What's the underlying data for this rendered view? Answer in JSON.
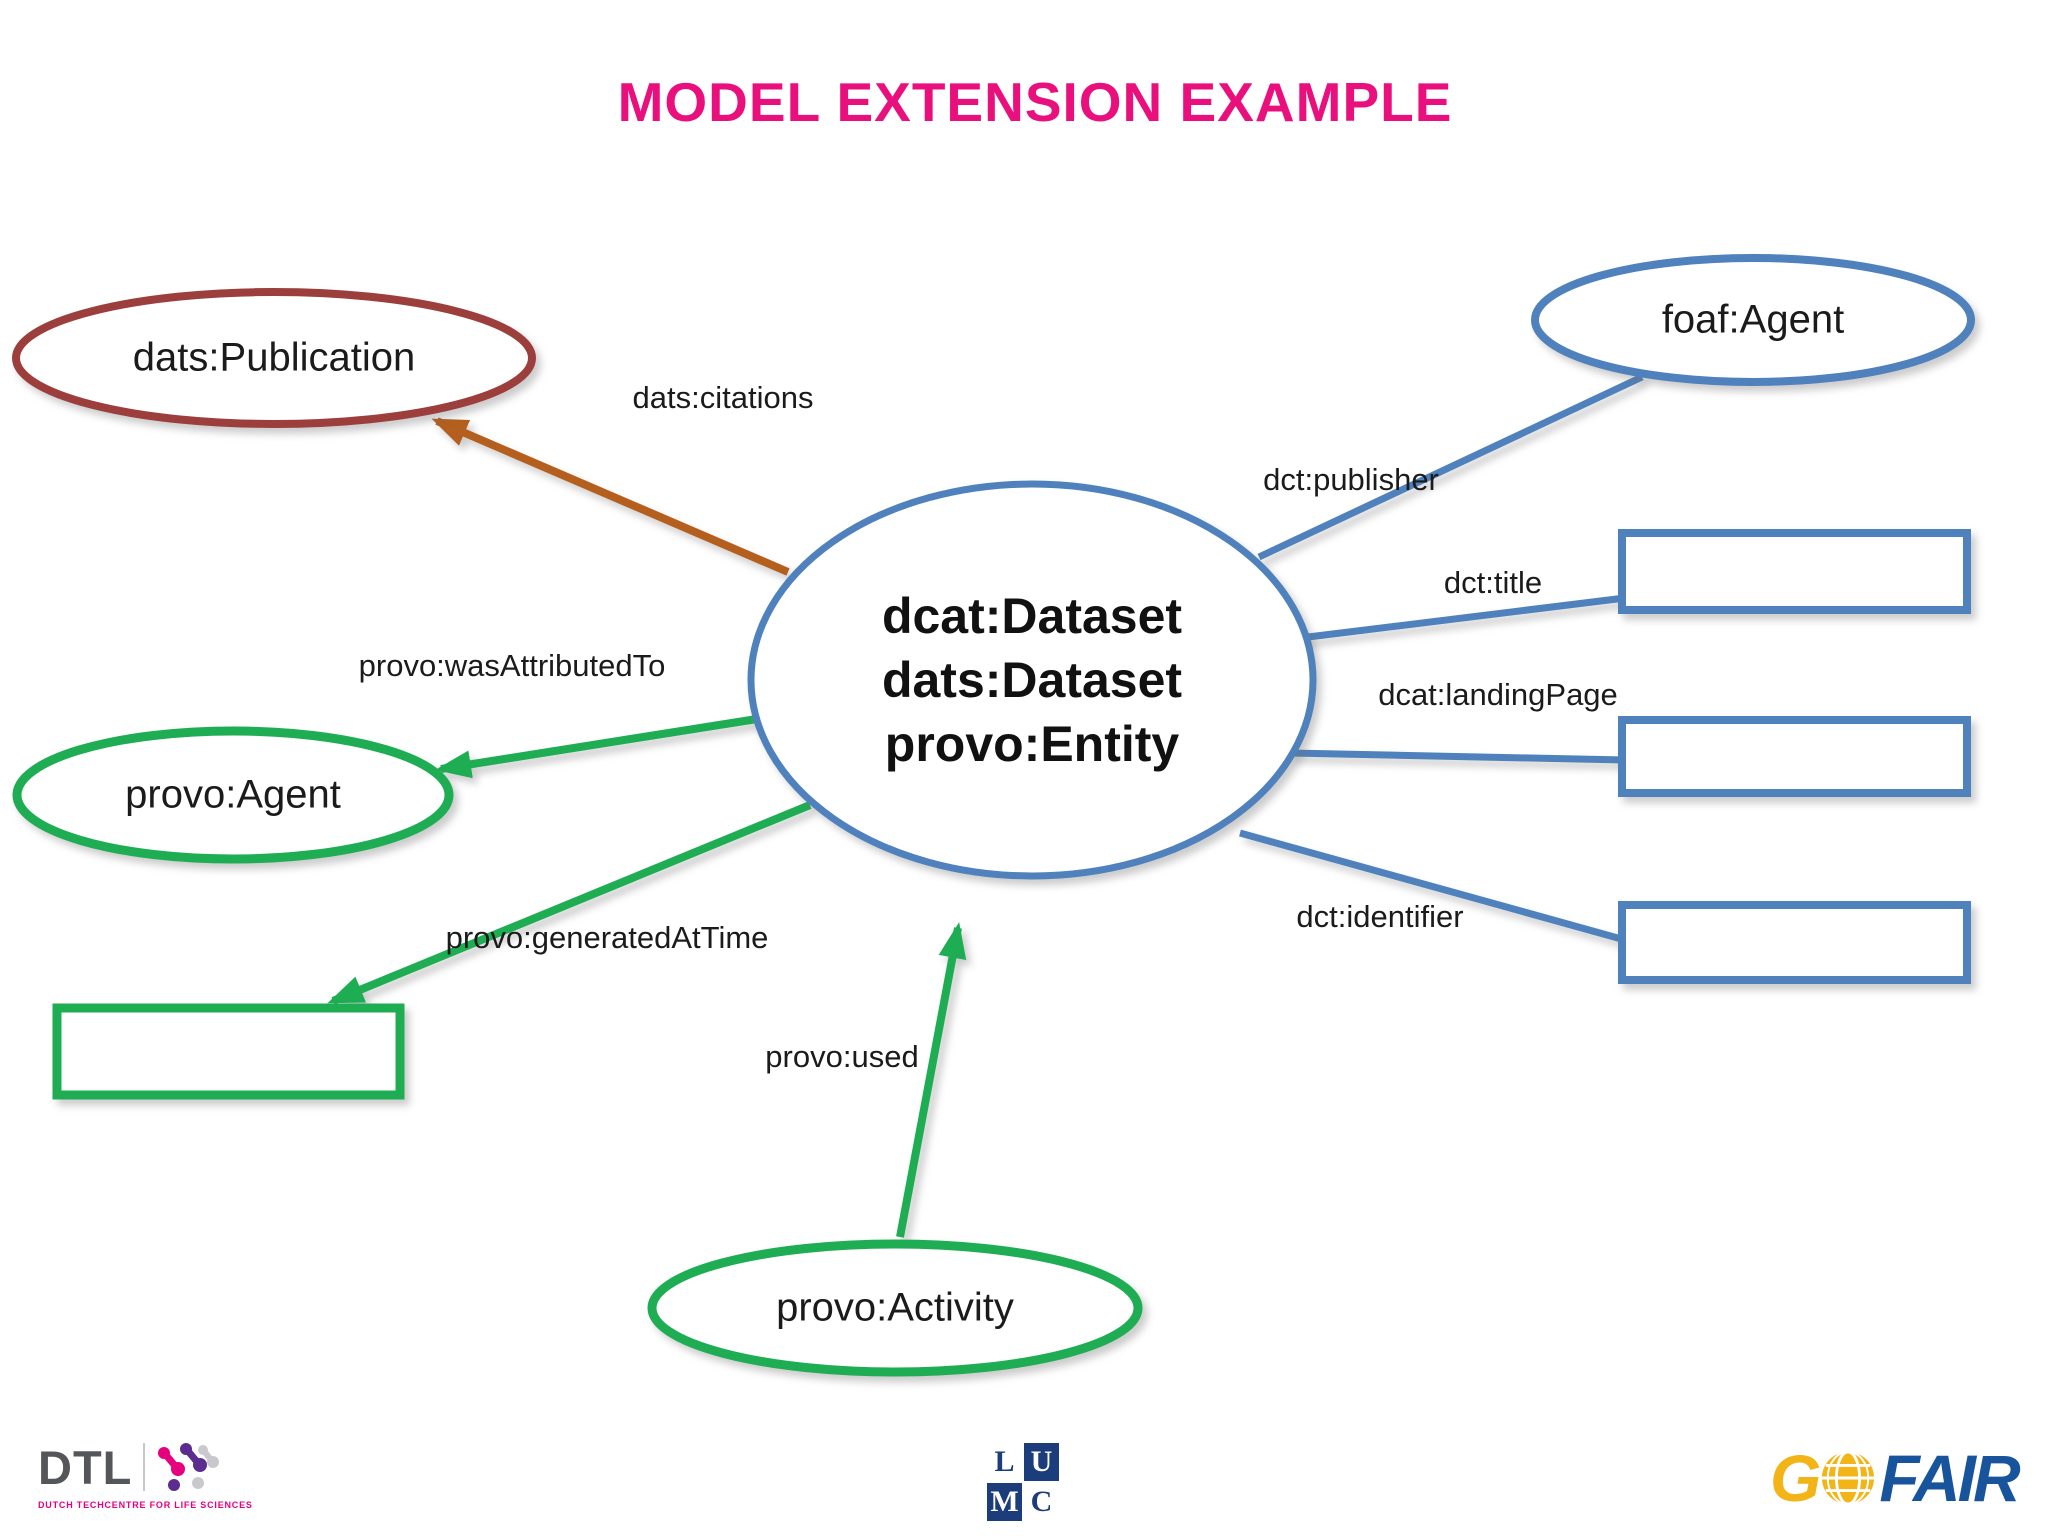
{
  "title": "MODEL EXTENSION EXAMPLE",
  "nodes": {
    "dats_publication": {
      "label": "dats:Publication"
    },
    "foaf_agent": {
      "label": "foaf:Agent"
    },
    "central": {
      "lines": [
        "dcat:Dataset",
        "dats:Dataset",
        "provo:Entity"
      ]
    },
    "provo_agent": {
      "label": "provo:Agent"
    },
    "provo_activity": {
      "label": "provo:Activity"
    }
  },
  "edges": {
    "dats_citations": {
      "label": "dats:citations"
    },
    "dct_publisher": {
      "label": "dct:publisher"
    },
    "dct_title": {
      "label": "dct:title"
    },
    "dcat_landingPage": {
      "label": "dcat:landingPage"
    },
    "dct_identifier": {
      "label": "dct:identifier"
    },
    "provo_wasAttributedTo": {
      "label": "provo:wasAttributedTo"
    },
    "provo_generatedAtTime": {
      "label": "provo:generatedAtTime"
    },
    "provo_used": {
      "label": "provo:used"
    }
  },
  "colors": {
    "blue": "#4f81bd",
    "green": "#1fad53",
    "dark_red": "#9c3e3c",
    "brown": "#b45f1d",
    "magenta_title": "#e9107e"
  },
  "logos": {
    "dtl": {
      "name": "DTL",
      "tagline": "DUTCH TECHCENTRE FOR LIFE SCIENCES"
    },
    "lumc": {
      "letters": [
        "L",
        "U",
        "M",
        "C"
      ]
    },
    "go_fair": {
      "g": "G",
      "fair": "FAIR"
    }
  }
}
